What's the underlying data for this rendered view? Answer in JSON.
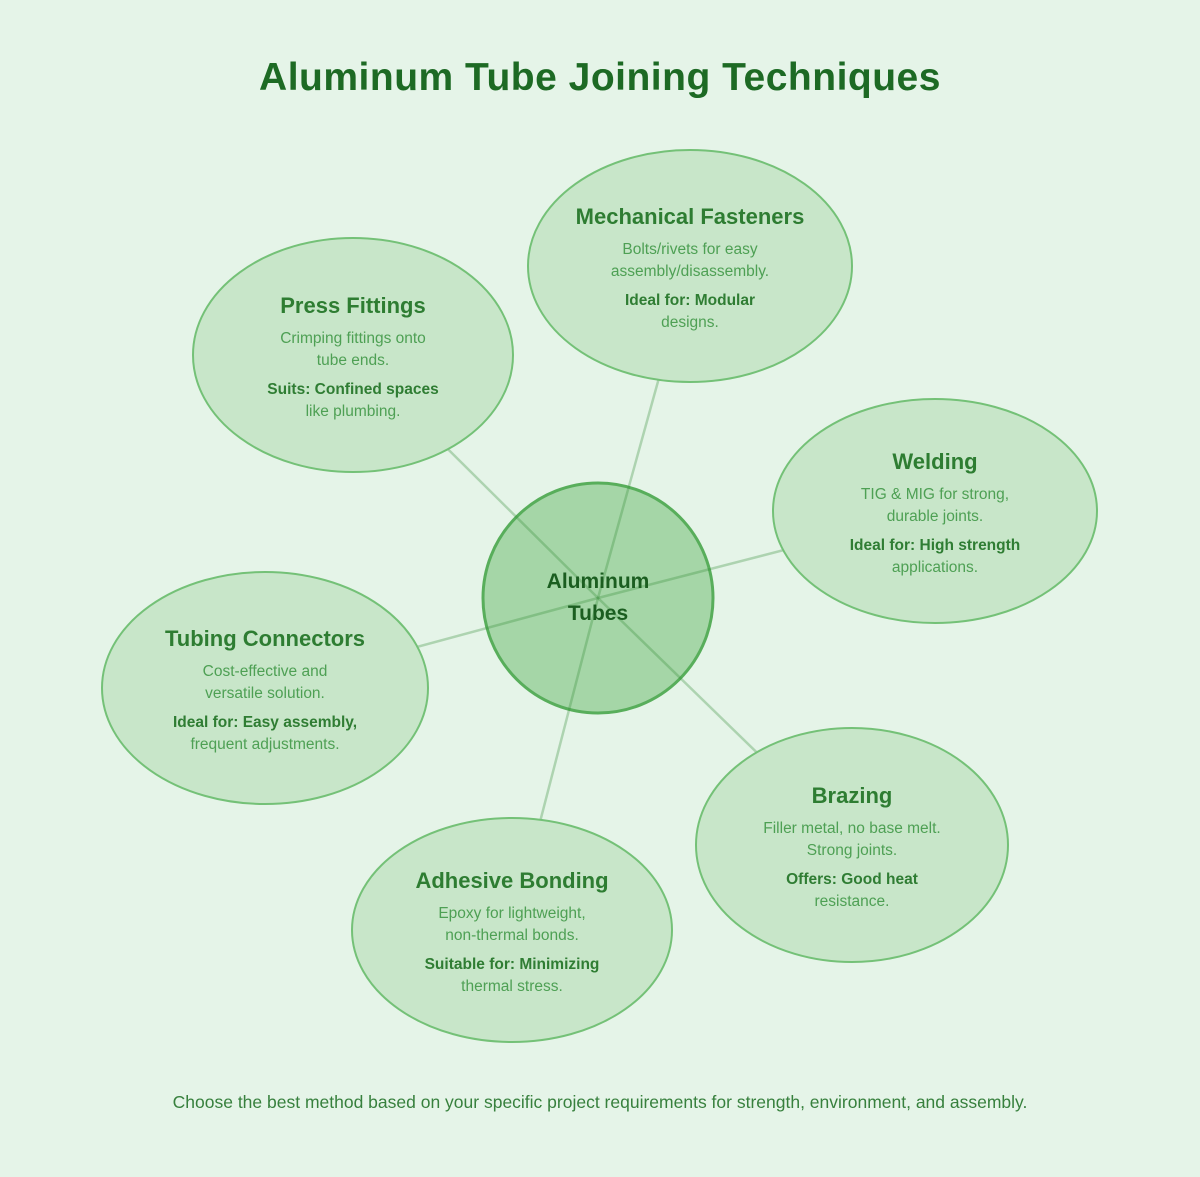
{
  "page": {
    "title": "Aluminum Tube Joining Techniques",
    "footer": "Choose the best method based on your specific project requirements for strength, environment, and assembly."
  },
  "center": {
    "label": "Aluminum Tubes"
  },
  "nodes": [
    {
      "id": "mechanical-fasteners",
      "title": "Mechanical Fasteners",
      "desc1": "Bolts/rivets for easy",
      "desc2": "assembly/disassembly.",
      "bold": "Ideal for: Modular",
      "rest": "designs."
    },
    {
      "id": "welding",
      "title": "Welding",
      "desc1": "TIG & MIG for strong,",
      "desc2": "durable joints.",
      "bold": "Ideal for: High strength",
      "rest": "applications."
    },
    {
      "id": "brazing",
      "title": "Brazing",
      "desc1": "Filler metal, no base melt.",
      "desc2": "Strong joints.",
      "bold": "Offers: Good heat",
      "rest": "resistance."
    },
    {
      "id": "adhesive-bonding",
      "title": "Adhesive Bonding",
      "desc1": "Epoxy for lightweight,",
      "desc2": "non-thermal bonds.",
      "bold": "Suitable for: Minimizing",
      "rest": "thermal stress."
    },
    {
      "id": "tubing-connectors",
      "title": "Tubing Connectors",
      "desc1": "Cost-effective and",
      "desc2": "versatile solution.",
      "bold": "Ideal for: Easy assembly,",
      "rest": "frequent adjustments."
    },
    {
      "id": "press-fittings",
      "title": "Press Fittings",
      "desc1": "Crimping fittings onto",
      "desc2": "tube ends.",
      "bold": "Suits: Confined spaces",
      "rest": "like plumbing."
    }
  ],
  "colors": {
    "background": "#e5f4e8",
    "node_fill": "#c8e6c9",
    "node_border": "#74c177",
    "center_fill": "#a5d6a7",
    "center_border": "#58ae5b",
    "connector": "#388e3c",
    "title_text": "#1d6a24",
    "node_title_text": "#2e7d32",
    "body_text": "#4ea054",
    "highlight_text": "#2f7d33",
    "center_text": "#1b5e20",
    "footer_text": "#37803d"
  }
}
